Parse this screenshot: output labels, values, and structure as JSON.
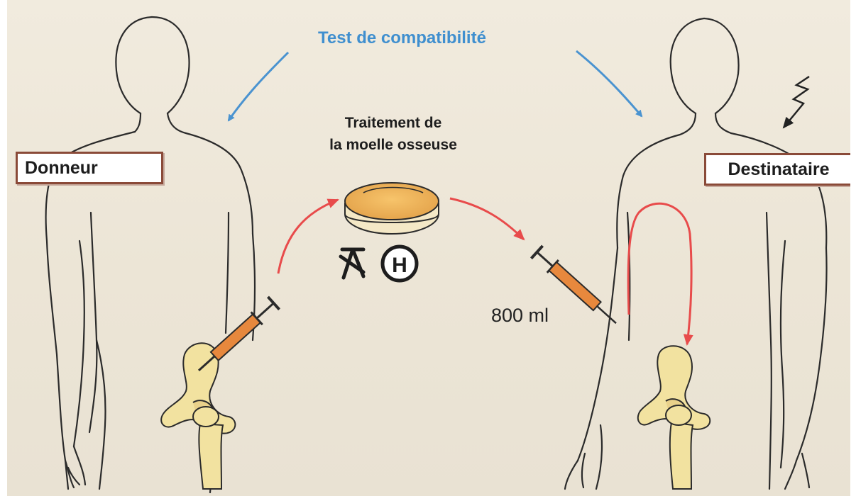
{
  "title": "Test de compatibilité",
  "treatment": {
    "line1": "Traitement de",
    "line2": "la moelle osseuse"
  },
  "labels": {
    "donor": "Donneur",
    "recipient": "Destinataire"
  },
  "volume": "800 ml",
  "icons": [
    "irradiation-lightning-icon",
    "radiation-symbol-icon",
    "heparin-h-icon",
    "syringe-icon",
    "petri-dish-icon"
  ],
  "colors": {
    "title_blue": "#3f8fcf",
    "arrow_red": "#e84b4b",
    "label_border": "#8a4a38",
    "bone": "#f2e2a0"
  }
}
